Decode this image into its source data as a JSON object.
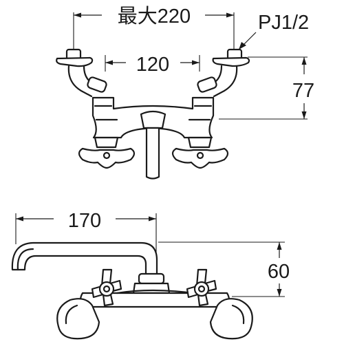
{
  "front_view": {
    "max_width_label": "最大220",
    "center_spacing_label": "120",
    "thread_label": "PJ1/2",
    "height_label": "77"
  },
  "side_view": {
    "spout_length_label": "170",
    "spout_height_label": "60"
  }
}
